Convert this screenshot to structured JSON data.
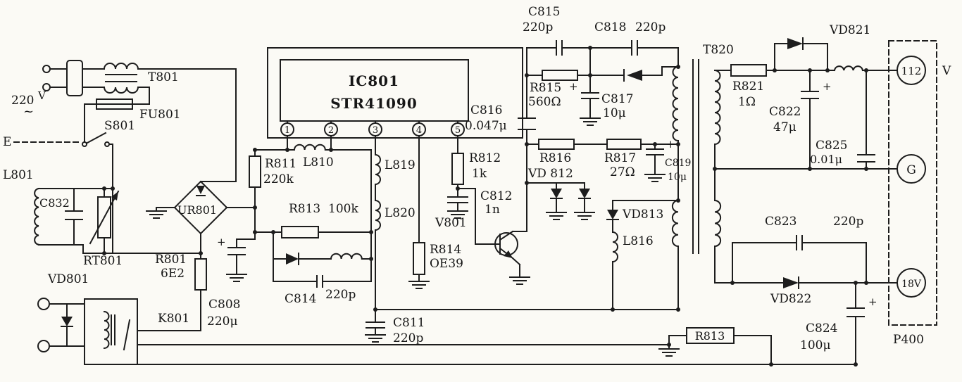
{
  "colors": {
    "ink": "#1d1d1d",
    "paper": "#fbfaf5"
  },
  "labels": {
    "mains_v": "220",
    "mains_unit": "V",
    "mains_tilde": "~",
    "t801": "T801",
    "fu801": "FU801",
    "s801": "S801",
    "earth": "E",
    "l801": "L801",
    "c832": "C832",
    "rt801": "RT801",
    "vd801": "VD801",
    "ur801": "UR801",
    "r801": "R801",
    "r801_v": "6E2",
    "k801": "K801",
    "c808": "C808",
    "c808_v": "220μ",
    "r811": "R811",
    "r811_v": "220k",
    "r813a": "R813",
    "r813a_v": "100k",
    "c814": "C814",
    "c814_v": "220p",
    "ic_ref": "IC801",
    "ic_part": "STR41090",
    "pin1": "1",
    "pin2": "2",
    "pin3": "3",
    "pin4": "4",
    "pin5": "5",
    "l810": "L810",
    "l819": "L819",
    "l820": "L820",
    "r814": "R814",
    "r814_v": "OE39",
    "c811": "C811",
    "c811_v": "220p",
    "r812": "R812",
    "r812_v": "1k",
    "c812": "C812",
    "c812_v": "1n",
    "v801": "V801",
    "c816": "C816",
    "c816_v": "0.047μ",
    "vd812": "VD 812",
    "vd813": "VD813",
    "l816": "L816",
    "c815": "C815",
    "c815_v": "220p",
    "c818": "C818",
    "c818_v": "220p",
    "r815": "R815",
    "r815_v": "560Ω",
    "c817": "C817",
    "c817_v": "10μ",
    "r816": "R816",
    "r817": "R817",
    "r817_v": "27Ω",
    "c819": "C819",
    "c819_v": "10μ",
    "t820": "T820",
    "vd821": "VD821",
    "r821": "R821",
    "r821_v": "1Ω",
    "c822": "C822",
    "c822_v": "47μ",
    "c825": "C825",
    "c825_v": "0.01μ",
    "c823": "C823",
    "c823_v": "220p",
    "vd822": "VD822",
    "c824": "C824",
    "c824_v": "100μ",
    "r813b": "R813",
    "plus": "+"
  },
  "terminals": {
    "t112": "112",
    "t112_unit": "V",
    "g": "G",
    "t18": "18V",
    "p400": "P400"
  }
}
